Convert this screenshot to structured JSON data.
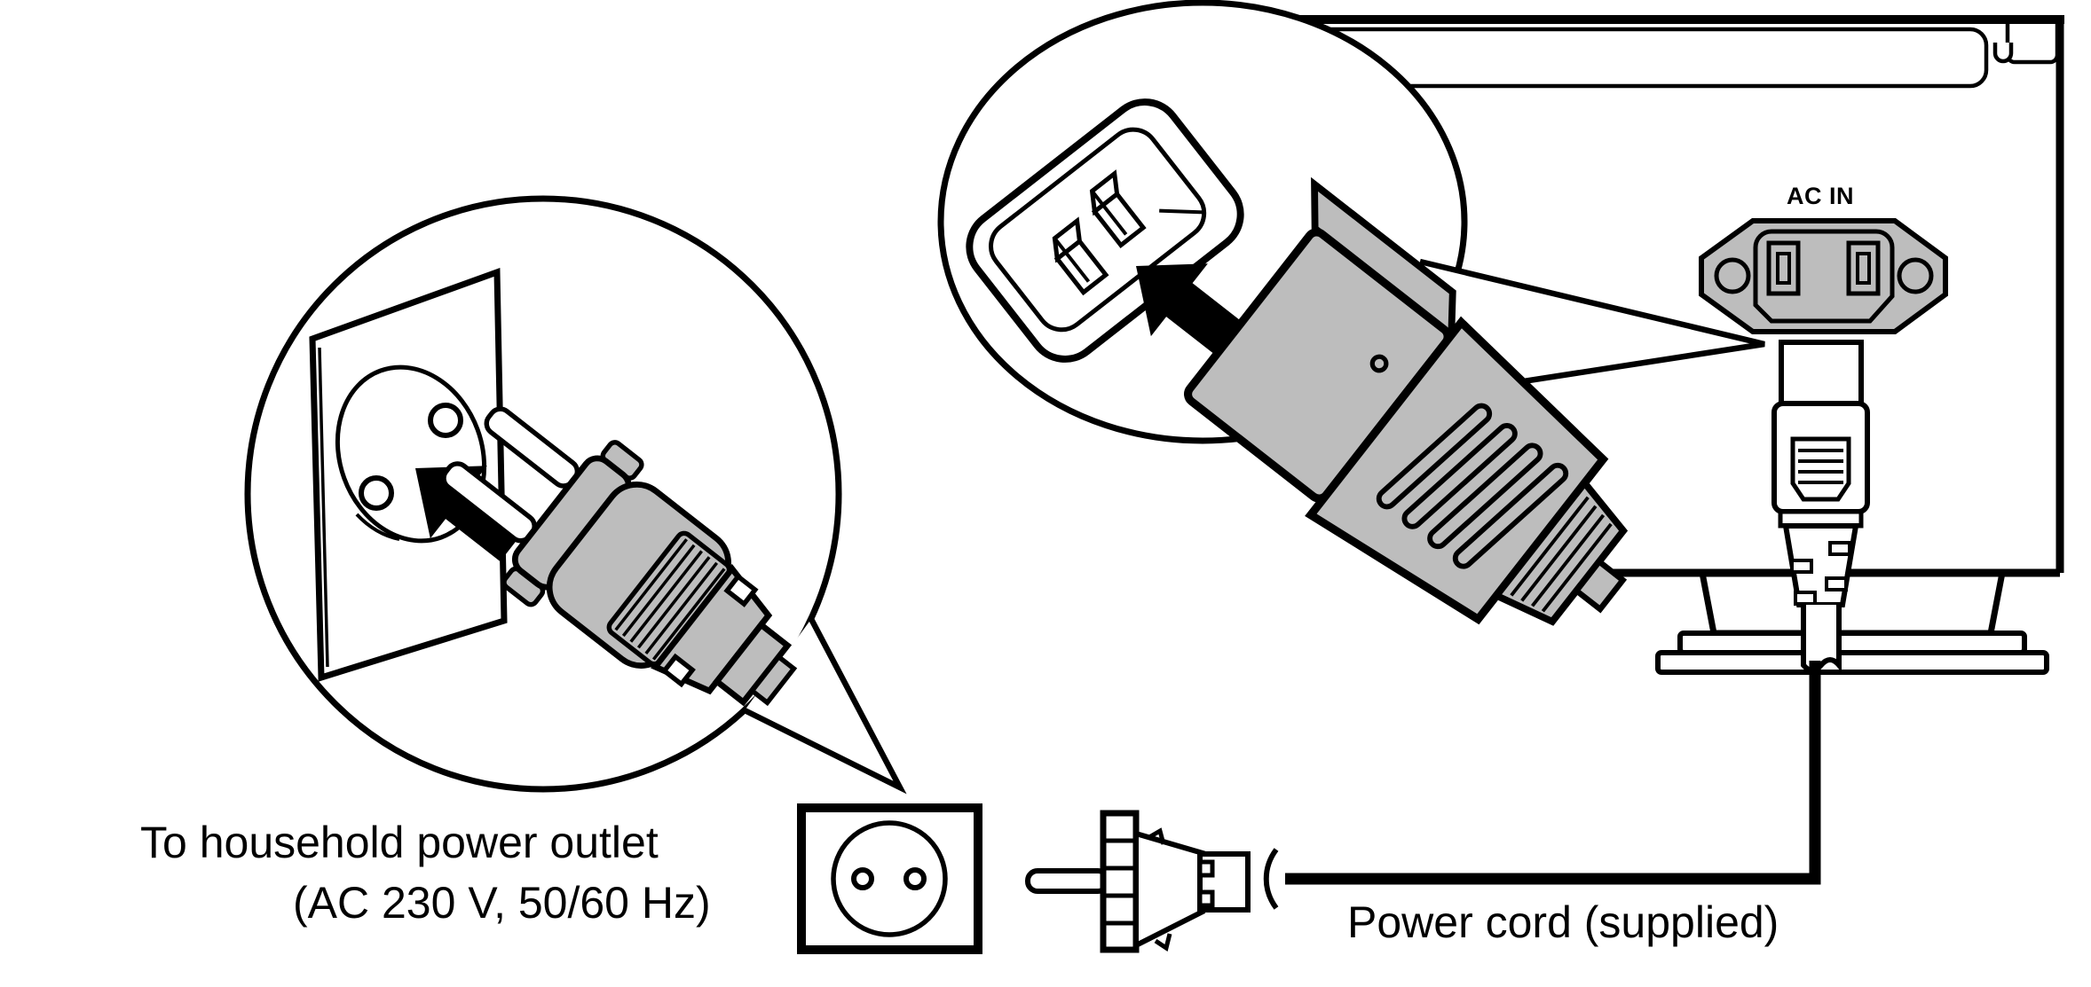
{
  "figure": {
    "title_hint": "Connecting the power cord (appliance rear panel illustration)",
    "labels": {
      "ac_in": "AC IN",
      "outlet_line1": "To household power outlet",
      "outlet_line2": "(AC 230 V, 50/60 Hz)",
      "power_cord": "Power cord (supplied)"
    },
    "colors": {
      "background": "#ffffff",
      "line": "#000000",
      "plug_gray": "#bdbdbd"
    }
  }
}
